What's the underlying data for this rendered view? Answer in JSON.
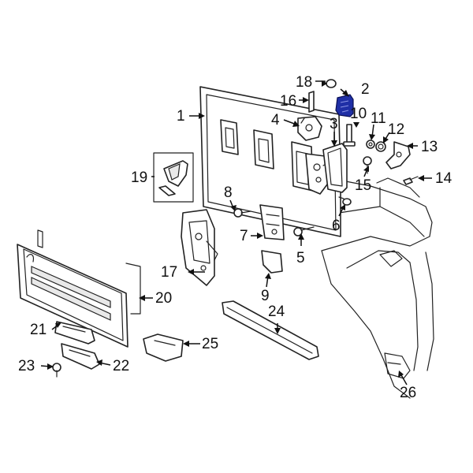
{
  "diagram": {
    "highlight_color": "#1f2fa6",
    "callouts": [
      {
        "id": "c1",
        "text": "1"
      },
      {
        "id": "c2",
        "text": "2"
      },
      {
        "id": "c3",
        "text": "3"
      },
      {
        "id": "c4",
        "text": "4"
      },
      {
        "id": "c5",
        "text": "5"
      },
      {
        "id": "c6",
        "text": "6"
      },
      {
        "id": "c7",
        "text": "7"
      },
      {
        "id": "c8",
        "text": "8"
      },
      {
        "id": "c9",
        "text": "9"
      },
      {
        "id": "c10",
        "text": "10"
      },
      {
        "id": "c11",
        "text": "11"
      },
      {
        "id": "c12",
        "text": "12"
      },
      {
        "id": "c13",
        "text": "13"
      },
      {
        "id": "c14",
        "text": "14"
      },
      {
        "id": "c15",
        "text": "15"
      },
      {
        "id": "c16",
        "text": "16"
      },
      {
        "id": "c17",
        "text": "17"
      },
      {
        "id": "c18",
        "text": "18"
      },
      {
        "id": "c19",
        "text": "19"
      },
      {
        "id": "c20",
        "text": "20"
      },
      {
        "id": "c21",
        "text": "21"
      },
      {
        "id": "c22",
        "text": "22"
      },
      {
        "id": "c23",
        "text": "23"
      },
      {
        "id": "c24",
        "text": "24"
      },
      {
        "id": "c25",
        "text": "25"
      },
      {
        "id": "c26",
        "text": "26"
      }
    ]
  }
}
